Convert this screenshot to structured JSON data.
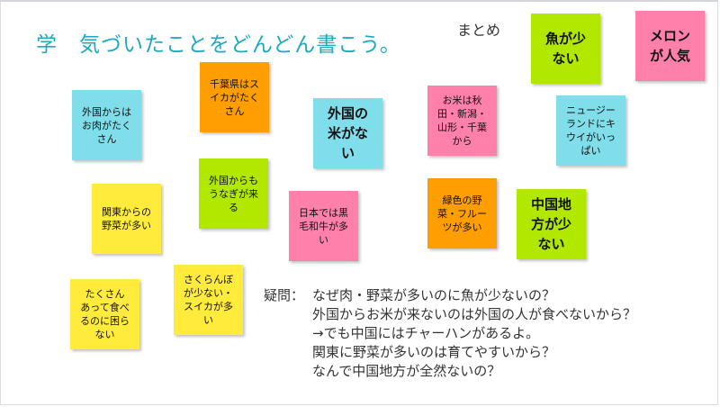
{
  "title": "学　気づいたことをどんどん書こう。",
  "summary_label": "まとめ",
  "notes": [
    {
      "text": "外国からは\nお肉がたく\nさん",
      "color": "#80deea"
    },
    {
      "text": "千葉県はス\nイカがたく\nさん",
      "color": "#ff9e00"
    },
    {
      "text": "外国の\n米がな\nい",
      "color": "#80deea"
    },
    {
      "text": "お米は秋\n田・新潟・\n山形・千葉\nから",
      "color": "#ff80ab"
    },
    {
      "text": "魚が少\nない",
      "color": "#b2e800"
    },
    {
      "text": "メロン\nが人気",
      "color": "#ff80ab"
    },
    {
      "text": "ニュージー\nランドにキ\nウイがいっ\nぱい",
      "color": "#80deea"
    },
    {
      "text": "関東からの\n野菜が多い",
      "color": "#ffeb3b"
    },
    {
      "text": "外国からも\nうなぎが来\nる",
      "color": "#b2e800"
    },
    {
      "text": "日本では黒\n毛和牛が多\nい",
      "color": "#ff80ab"
    },
    {
      "text": "緑色の野\n菜・フルー\nツが多い",
      "color": "#ff9e00"
    },
    {
      "text": "中国地\n方が少\nない",
      "color": "#b2e800"
    },
    {
      "text": "たくさん\nあって食べ\nるのに困ら\nない",
      "color": "#ffeb3b"
    },
    {
      "text": "さくらんぼ\nが少ない・\nスイカが多\nい",
      "color": "#ffeb3b"
    }
  ],
  "questions": {
    "label": "疑問：",
    "lines": [
      "なぜ肉・野菜が多いのに魚が少ないの？",
      "外国からお米が来ないのは外国の人が食べないから？",
      "→でも中国にはチャーハンがあるよ。",
      "関東に野菜が多いのは育てやすいから？",
      "なんで中国地方が全然ないの？"
    ]
  }
}
